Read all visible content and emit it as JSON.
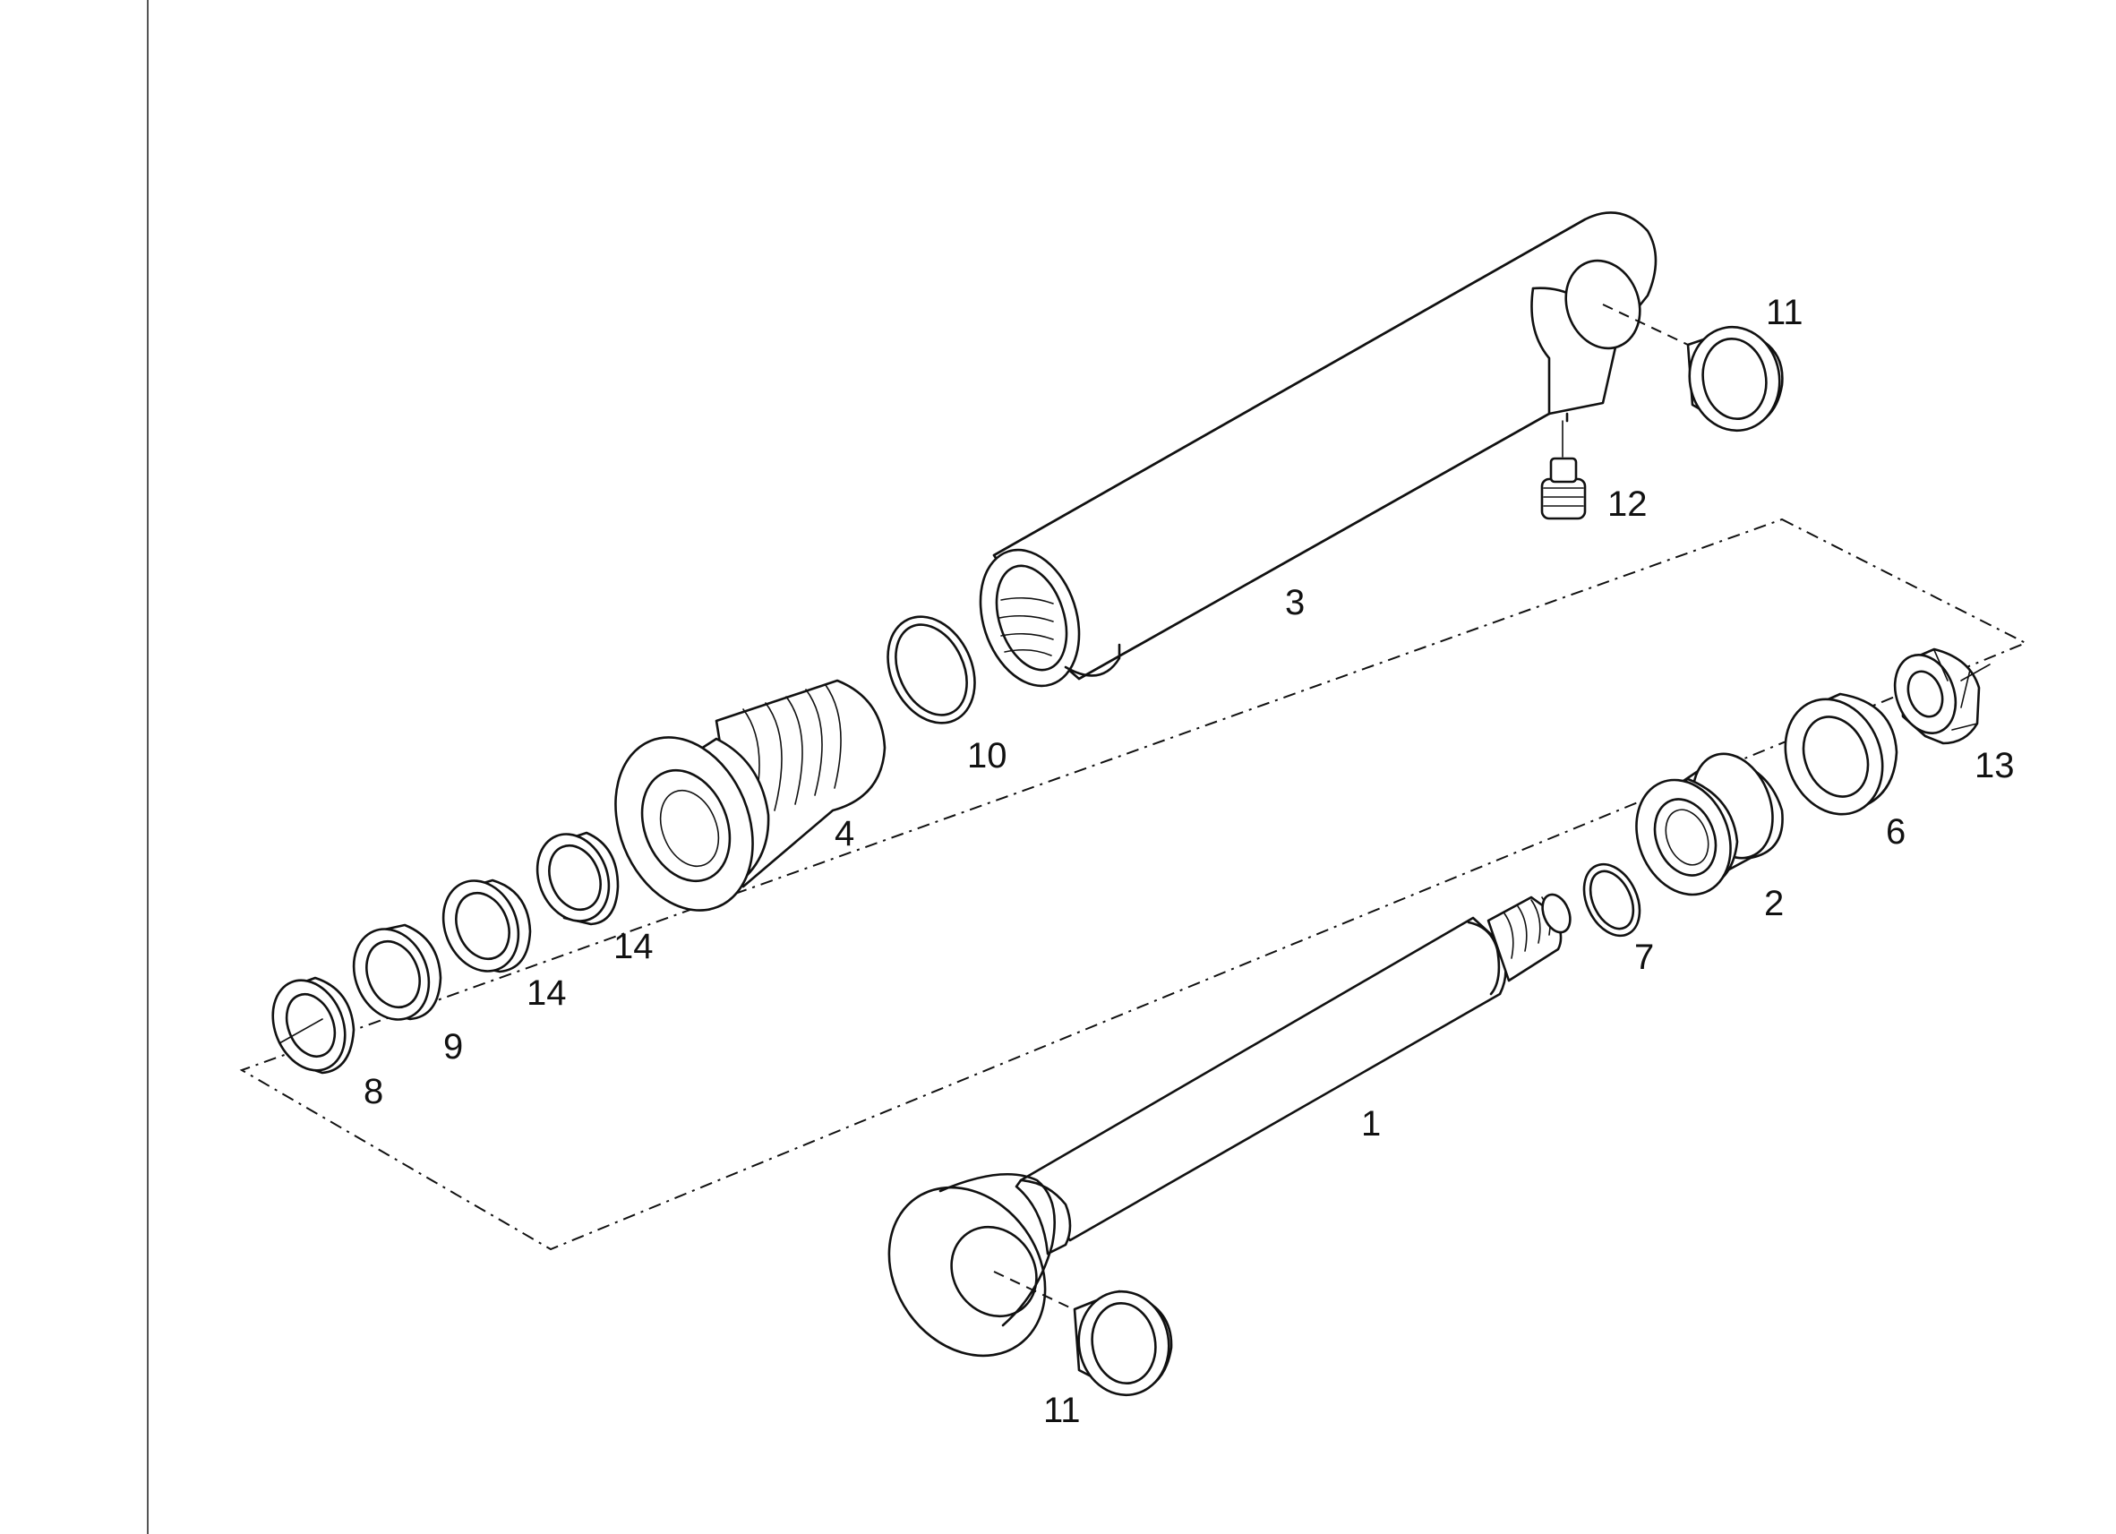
{
  "callouts": {
    "c1": "1",
    "c2": "2",
    "c3": "3",
    "c4": "4",
    "c6": "6",
    "c7": "7",
    "c8": "8",
    "c9": "9",
    "c10": "10",
    "c11_top": "11",
    "c11_bottom": "11",
    "c12": "12",
    "c13": "13",
    "c14_upper": "14",
    "c14_lower": "14"
  }
}
